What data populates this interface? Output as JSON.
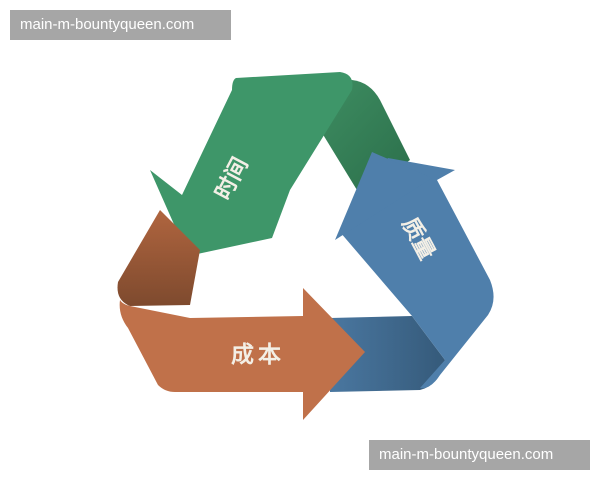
{
  "watermarks": {
    "top": "main-m-bountyqueen.com",
    "bottom": "main-m-bountyqueen.com"
  },
  "diagram": {
    "type": "cycle-triangle",
    "arrows": [
      {
        "id": "time",
        "label": "时间",
        "color": "#3e9669",
        "shade": "#2f7a52",
        "direction": "down-left"
      },
      {
        "id": "quality",
        "label": "质量",
        "color": "#4f7fab",
        "shade": "#3d6488",
        "direction": "up"
      },
      {
        "id": "cost",
        "label": "成本",
        "color": "#c0714a",
        "shade": "#8f5234",
        "direction": "right"
      }
    ]
  }
}
